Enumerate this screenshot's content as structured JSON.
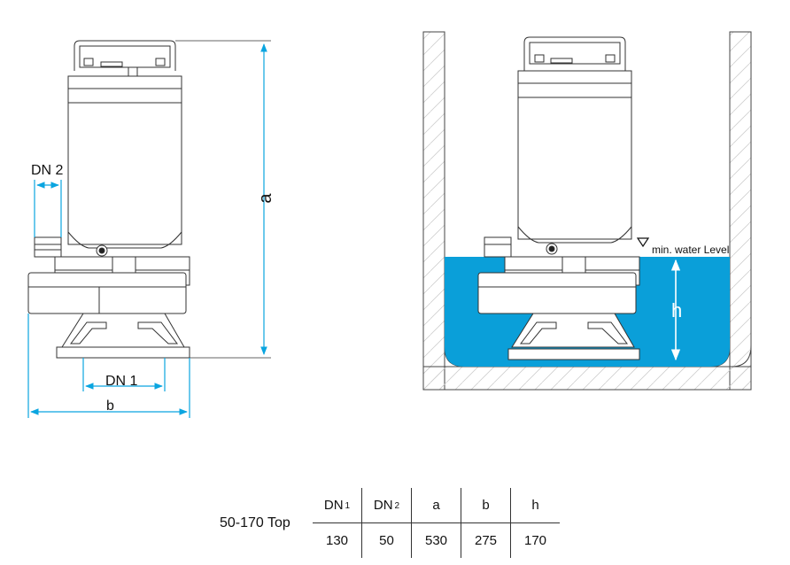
{
  "left_view": {
    "dim_a": "a",
    "dim_b": "b",
    "dim_dn1": "DN 1",
    "dim_dn2": "DN 2"
  },
  "right_view": {
    "dim_h": "h",
    "water_level_label": "min. water Level",
    "water_color": "#0a9fd9"
  },
  "dimension_color": "#0aa5e0",
  "spec_table": {
    "model": "50-170 Top",
    "headers": [
      {
        "main": "DN",
        "sub": "1"
      },
      {
        "main": "DN",
        "sub": "2"
      },
      {
        "main": "a",
        "sub": ""
      },
      {
        "main": "b",
        "sub": ""
      },
      {
        "main": "h",
        "sub": ""
      }
    ],
    "values": [
      "130",
      "50",
      "530",
      "275",
      "170"
    ]
  }
}
